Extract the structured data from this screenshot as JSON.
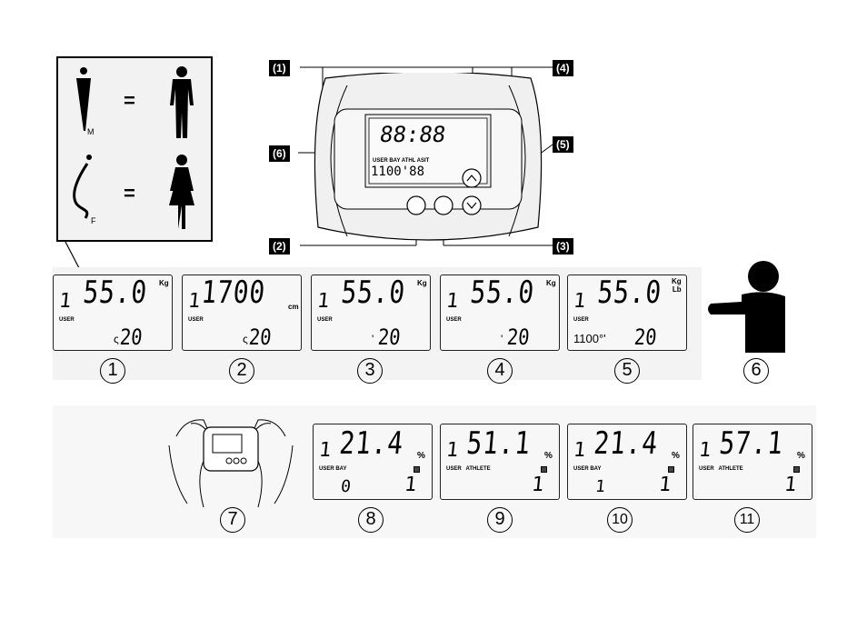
{
  "legend": {
    "male_mark": "M",
    "female_mark": "F",
    "equals": "="
  },
  "device_callouts": [
    "(1)",
    "(2)",
    "(3)",
    "(4)",
    "(5)",
    "(6)"
  ],
  "device_display": {
    "top_digits": "88:88",
    "labels": [
      "USER",
      "BAY",
      "ATHL"
    ]
  },
  "screens": [
    {
      "user": "1",
      "value": "55.0",
      "unit": "Kg",
      "user_label": "USER",
      "bottom_prefix": "ς",
      "bottom": "20"
    },
    {
      "user": "1",
      "value": "1700",
      "unit": "cm",
      "user_label": "USER",
      "bottom_prefix": "ς",
      "bottom": "20"
    },
    {
      "user": "1",
      "value": "55.0",
      "unit": "Kg",
      "user_label": "USER",
      "bottom_prefix": "'",
      "bottom": "20"
    },
    {
      "user": "1",
      "value": "55.0",
      "unit": "Kg",
      "user_label": "USER",
      "bottom_prefix": "'",
      "bottom": "20"
    },
    {
      "user": "1",
      "value": "55.0",
      "unit": "Kg\nLb",
      "user_label": "USER",
      "bottom_prefix": "1100°'",
      "bottom": "20"
    }
  ],
  "screens2": [
    {
      "user": "1",
      "value": "21.4",
      "unit": "%",
      "user_label": "USER BAY",
      "bottom_left": "0",
      "bottom_right": "1"
    },
    {
      "user": "1",
      "value": "51.1",
      "unit": "%",
      "user_label": "USER   ATHLETE",
      "bottom_left": "",
      "bottom_right": "1"
    },
    {
      "user": "1",
      "value": "21.4",
      "unit": "%",
      "user_label": "USER BAY",
      "bottom_left": "1",
      "bottom_right": "1"
    },
    {
      "user": "1",
      "value": "57.1",
      "unit": "%",
      "user_label": "USER   ATHLETE",
      "bottom_left": "",
      "bottom_right": "1"
    }
  ],
  "step_numbers": [
    "1",
    "2",
    "3",
    "4",
    "5",
    "6",
    "7",
    "8",
    "9",
    "10",
    "11"
  ]
}
